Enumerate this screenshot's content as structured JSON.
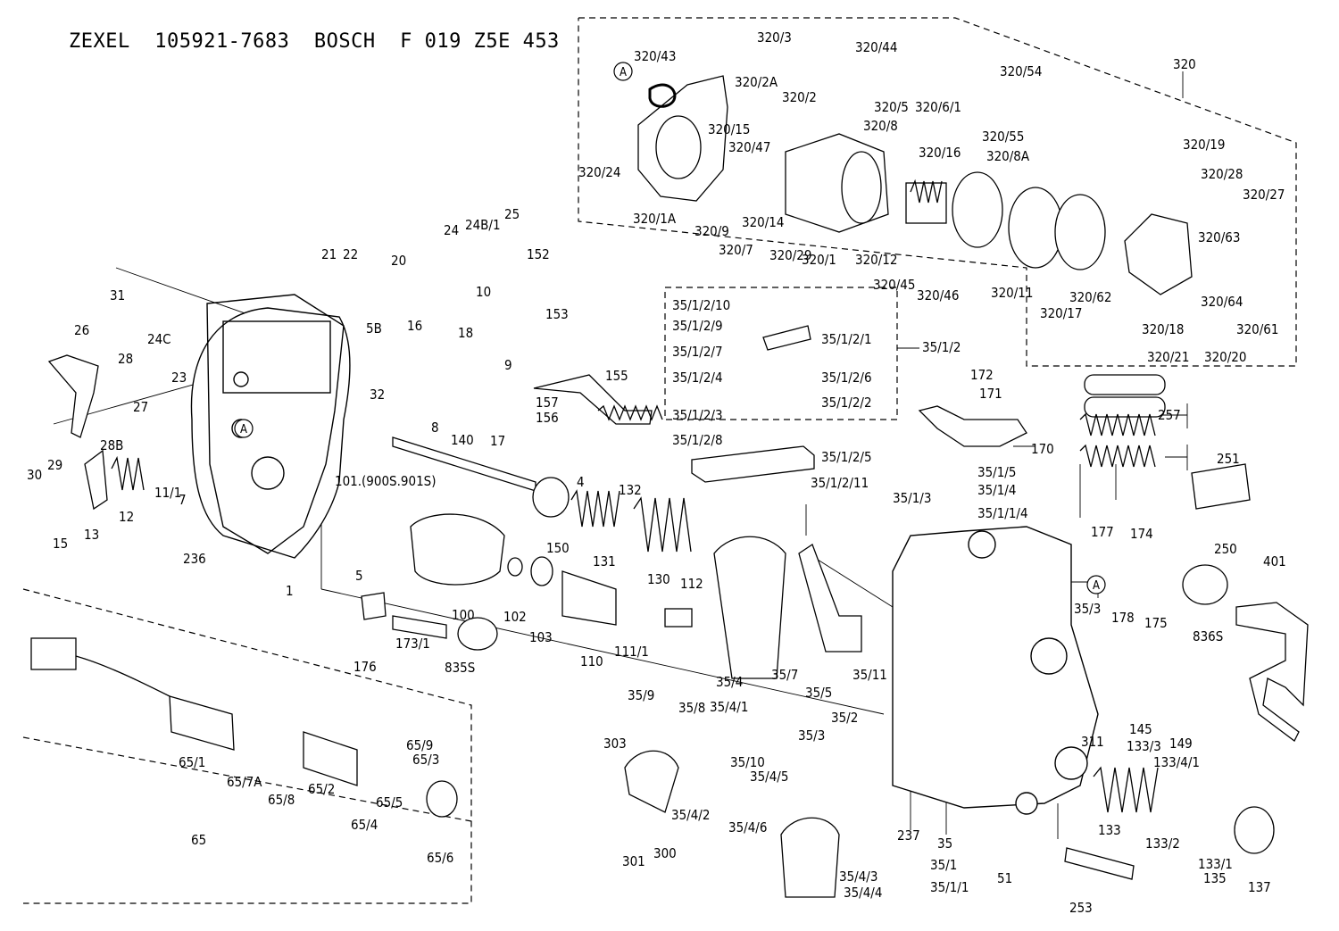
{
  "title": "ZEXEL  105921-7683  BOSCH  F 019 Z5E 453",
  "callout_A": "A",
  "labels": [
    "320/3",
    "320/43",
    "320/44",
    "320/54",
    "320",
    "320/2A",
    "320/2",
    "320/5",
    "320/6/1",
    "320/8",
    "320/15",
    "320/47",
    "320/16",
    "320/55",
    "320/8A",
    "320/24",
    "320/14",
    "320/19",
    "320/28",
    "320/27",
    "320/1A",
    "320/9",
    "320/7",
    "320/29",
    "320/1",
    "320/12",
    "320/45",
    "320/46",
    "320/11",
    "320/17",
    "320/62",
    "320/63",
    "320/64",
    "320/61",
    "320/18",
    "320/21",
    "320/20",
    "21",
    "22",
    "20",
    "24",
    "24B/1",
    "25",
    "152",
    "153",
    "31",
    "10",
    "9",
    "26",
    "24C",
    "5B",
    "16",
    "18",
    "28",
    "23",
    "28B",
    "27",
    "30",
    "29",
    "11/1",
    "7",
    "12",
    "13",
    "15",
    "236",
    "32",
    "35/1/2/10",
    "35/1/2/9",
    "35/1/2/7",
    "35/1/2/1",
    "35/1/2",
    "35/1/2/4",
    "35/1/2/6",
    "35/1/2/3",
    "35/1/2/2",
    "35/1/2/8",
    "35/1/2/5",
    "35/1/2/11",
    "155",
    "157",
    "156",
    "172",
    "171",
    "170",
    "8",
    "140",
    "17",
    "257",
    "4",
    "132",
    "251",
    "101.(900S.901S)",
    "35/1/5",
    "35/1/4",
    "35/1/3",
    "35/1/1/4",
    "5",
    "1",
    "150",
    "131",
    "130",
    "250",
    "177",
    "174",
    "100",
    "102",
    "103",
    "112",
    "110",
    "111/1",
    "401",
    "178",
    "175",
    "35/3",
    "836S",
    "176",
    "173/1",
    "835S",
    "35/4",
    "35/4/1",
    "35/7",
    "35/5",
    "35/9",
    "35/8",
    "35/11",
    "311",
    "145",
    "149",
    "65/1",
    "65/7A",
    "65/8",
    "65/9",
    "65/3",
    "65/2",
    "65/5",
    "65/4",
    "65/6",
    "65",
    "303",
    "35/10",
    "35/4/5",
    "35/2",
    "35/3",
    "133/3",
    "133/4/1",
    "35/4/2",
    "35/4/6",
    "300",
    "301",
    "237",
    "35",
    "35/1",
    "35/1/1",
    "51",
    "133",
    "133/2",
    "133/1",
    "135",
    "137",
    "35/4/3",
    "35/4/4",
    "253"
  ]
}
